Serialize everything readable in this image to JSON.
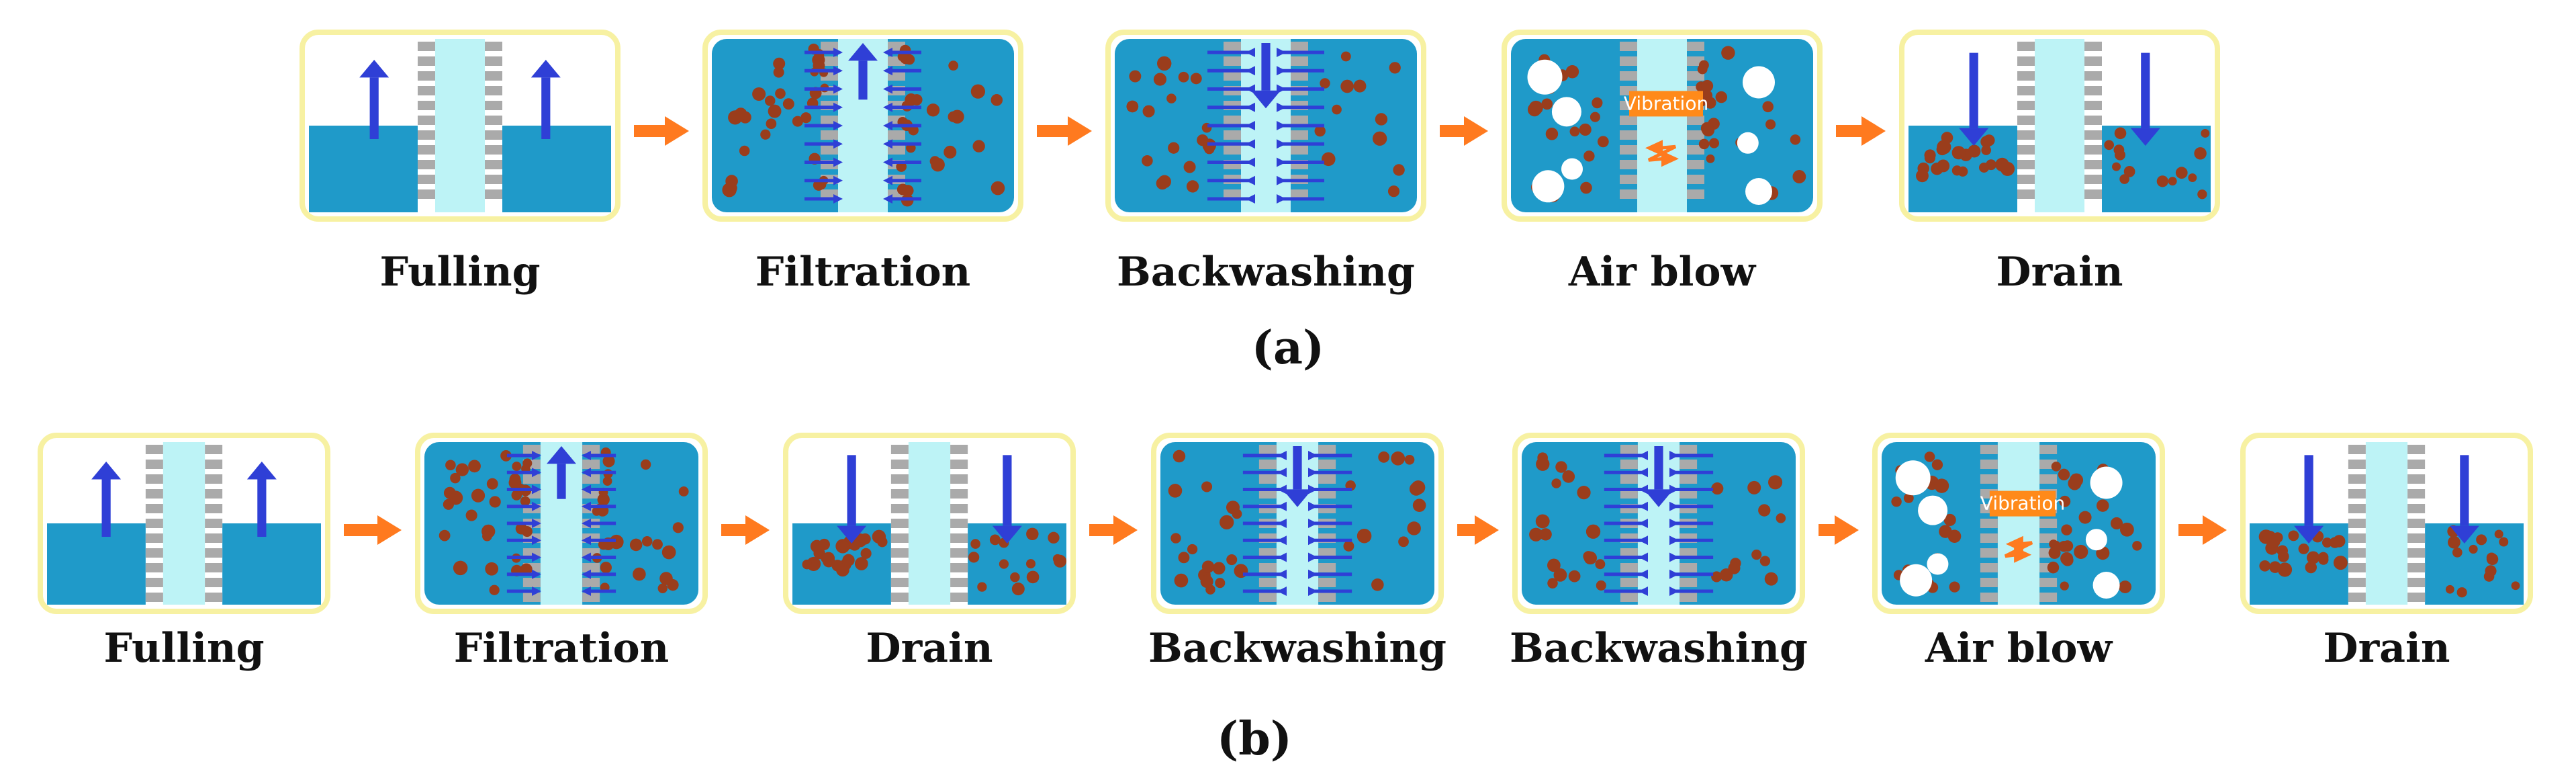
{
  "colors": {
    "water": "#1f9ac9",
    "light": "#bdf3f6",
    "frame": "#f7f1a2",
    "membrane": "#aaaaaa",
    "particle": "#9a3d1c",
    "blue_arrow": "#2f3fd6",
    "orange_arrow": "#ff7a1f",
    "vibration_bg": "#ff8a1a"
  },
  "vibration_label": "Vibration",
  "sequence_a": {
    "caption": "(a)",
    "steps": [
      {
        "type": "fulling",
        "label": "Fulling"
      },
      {
        "type": "filtration",
        "label": "Filtration"
      },
      {
        "type": "backwashing",
        "label": "Backwashing"
      },
      {
        "type": "airblow",
        "label": "Air blow"
      },
      {
        "type": "drain",
        "label": "Drain"
      }
    ]
  },
  "sequence_b": {
    "caption": "(b)",
    "steps": [
      {
        "type": "fulling",
        "label": "Fulling"
      },
      {
        "type": "filtration",
        "label": "Filtration"
      },
      {
        "type": "drain",
        "label": "Drain"
      },
      {
        "type": "backwashing",
        "label": "Backwashing"
      },
      {
        "type": "backwashing",
        "label": "Backwashing"
      },
      {
        "type": "airblow",
        "label": "Air blow"
      },
      {
        "type": "drain",
        "label": "Drain"
      }
    ]
  }
}
